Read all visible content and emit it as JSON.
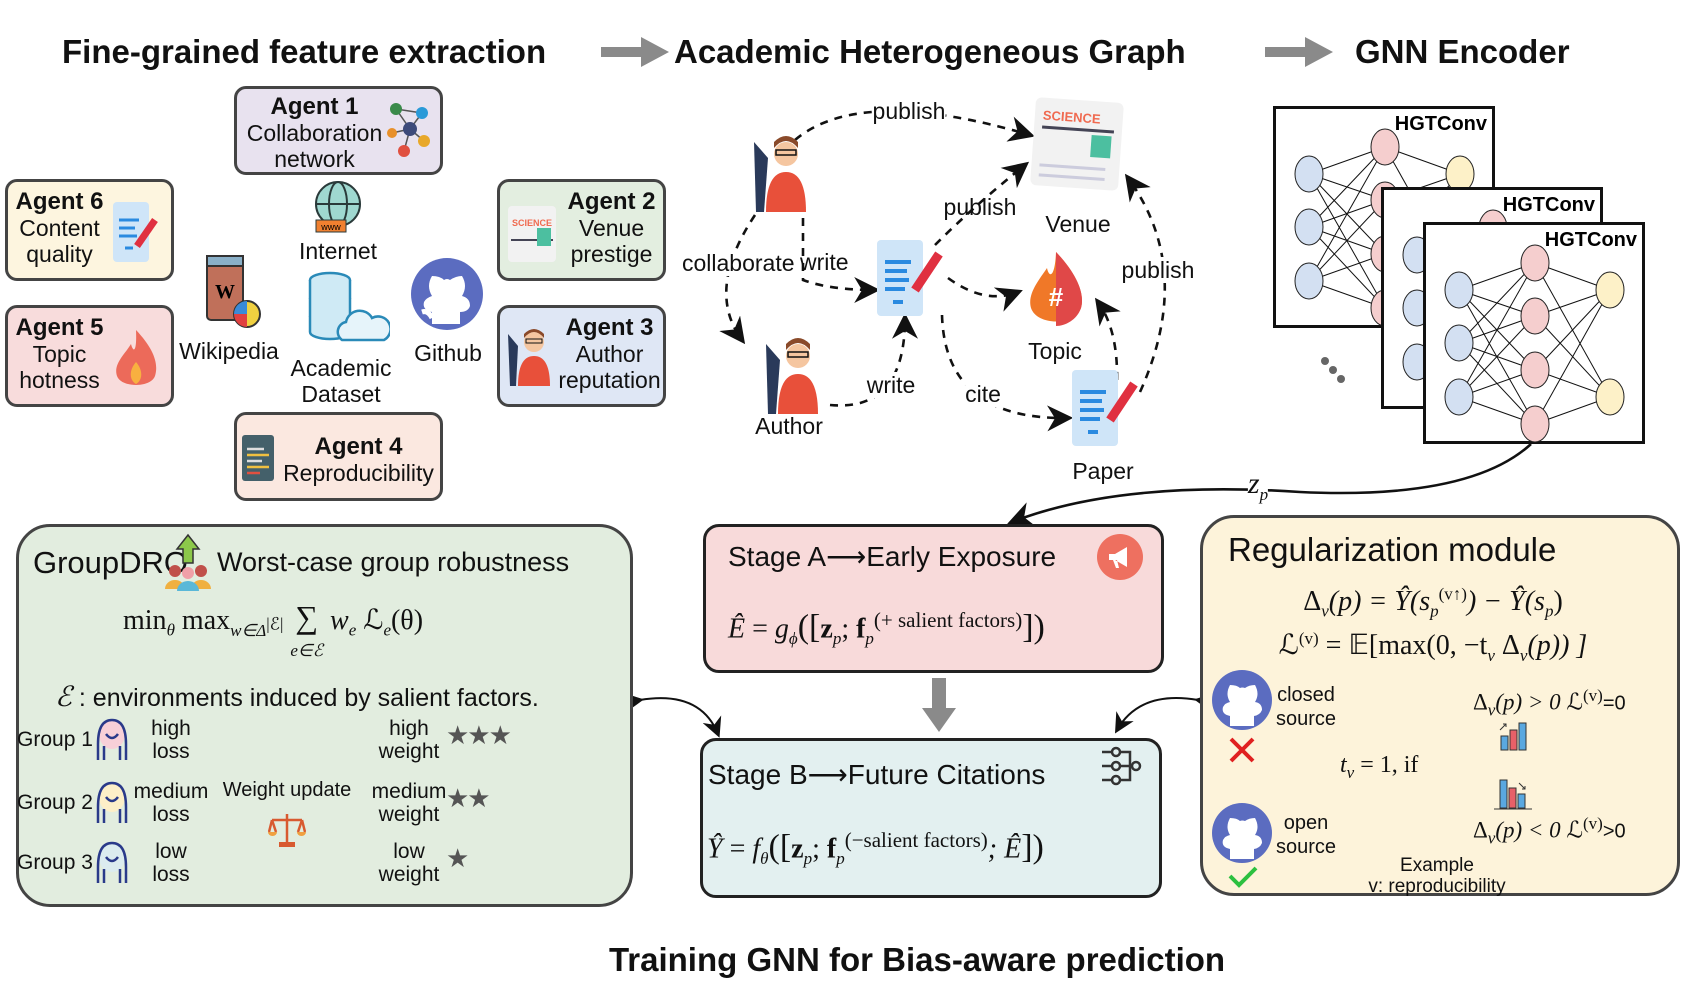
{
  "headers": {
    "extraction": "Fine-grained feature extraction",
    "graph": "Academic Heterogeneous Graph",
    "gnn": "GNN Encoder",
    "training": "Training GNN for Bias-aware prediction"
  },
  "agents": [
    {
      "name": "Agent 1",
      "desc1": "Collaboration",
      "desc2": "network",
      "color": "#e8e2ef"
    },
    {
      "name": "Agent 2",
      "desc1": "Venue",
      "desc2": "prestige",
      "color": "#e3eee0"
    },
    {
      "name": "Agent 3",
      "desc1": "Author",
      "desc2": "reputation",
      "color": "#dfe7f5"
    },
    {
      "name": "Agent 4",
      "desc1": "Reproducibility",
      "desc2": "",
      "color": "#fbe8e0"
    },
    {
      "name": "Agent 5",
      "desc1": "Topic",
      "desc2": "hotness",
      "color": "#f8dcdc"
    },
    {
      "name": "Agent 6",
      "desc1": "Content",
      "desc2": "quality",
      "color": "#fdf5df"
    }
  ],
  "sources": {
    "internet": "Internet",
    "wikipedia": "Wikipedia",
    "dataset1": "Academic",
    "dataset2": "Dataset",
    "github": "Github",
    "www": "www",
    "wiki_letter": "W",
    "science": "SCIENCE"
  },
  "graph": {
    "publish_top": "publish",
    "publish_mid": "publish",
    "publish_right": "publish",
    "collaborate": "collaborate",
    "write1": "write",
    "write2": "write",
    "cite": "cite",
    "venue": "Venue",
    "topic": "Topic",
    "author": "Author",
    "paper": "Paper"
  },
  "gnn": {
    "layer": "HGTConv",
    "zp": "z",
    "zp_sub": "p"
  },
  "groupdro": {
    "title": "GroupDRO",
    "subtitle": "Worst-case group robustness",
    "formula": {
      "min": "min",
      "theta": "θ",
      "max": " max",
      "sub": "w∈Δ",
      "sub_sup": "|ℰ|",
      "sum": "∑",
      "sum_sub": "e∈ℰ",
      "w": "w",
      "e": "e",
      "L": "ℒ",
      "args": "(θ)"
    },
    "env_symbol": "ℰ",
    "env_text": " : environments induced by salient factors.",
    "groups": [
      {
        "label": "Group 1",
        "loss1": "high",
        "loss2": "loss",
        "w1": "high",
        "w2": "weight",
        "stars": "★★★",
        "color": "#f8d0d8"
      },
      {
        "label": "Group 2",
        "loss1": "medium",
        "loss2": "loss",
        "w1": "medium",
        "w2": "weight",
        "stars": "★★",
        "color": "#fdefc8"
      },
      {
        "label": "Group 3",
        "loss1": "low",
        "loss2": "loss",
        "w1": "low",
        "w2": "weight",
        "stars": "★",
        "color": "#dcecef"
      }
    ],
    "weight_update": "Weight update"
  },
  "stage_a": {
    "label": "Stage A",
    "arrow": "⟶",
    "target": "Early Exposure",
    "f": {
      "lhs": "Ê",
      "eq": " = ",
      "g": "g",
      "g_sub": "ϕ",
      "open": "([",
      "z": "z",
      "p": "p",
      "semi": "; ",
      "fb": "f",
      "sup": "(+ salient factors)",
      "close": "])"
    }
  },
  "stage_b": {
    "label": "Stage B",
    "arrow": "⟶",
    "target": "Future Citations",
    "f": {
      "lhs": "Ŷ",
      "eq": " = ",
      "g": "f",
      "g_sub": "θ",
      "open": "([",
      "z": "z",
      "p": "p",
      "semi": "; ",
      "fb": "f",
      "sup": "(−salient factors)",
      "tail": "; Ê",
      "close": "])"
    }
  },
  "reg": {
    "title": "Regularization module",
    "f1": {
      "a": "Δ",
      "v": "v",
      "b": "(p) = Ŷ(s",
      "p": "p",
      "sup": "(v↑)",
      "c": ") − Ŷ(s",
      "d": ")"
    },
    "f2": {
      "L": "ℒ",
      "sup": "(v)",
      "rest": " = 𝔼[max(0, −t",
      "v": "v",
      "rest2": " Δ",
      "rest3": "(p)) ]"
    },
    "closed": [
      "closed",
      "source"
    ],
    "open": [
      "open",
      "source"
    ],
    "tv": "t",
    "tv_sub": "v",
    "tv_rest": " = 1, if",
    "cond_pos": {
      "d": "Δ",
      "v": "v",
      "rest": "(p) > 0",
      "L": "ℒ",
      "sup": "(v)",
      "res": "=0"
    },
    "cond_neg": {
      "d": "Δ",
      "v": "v",
      "rest": "(p) < 0",
      "L": "ℒ",
      "sup": "(v)",
      "res": ">0"
    },
    "example": "Example",
    "example_v": "v: reproducibility"
  },
  "colors": {
    "groupdro": "#e2eddf",
    "stage_a": "#f8dada",
    "stage_b": "#e3f0f0",
    "reg": "#fdf3da",
    "node_blue": "#d3e0f2",
    "node_pink": "#f5cece",
    "node_yellow": "#fdf1c8",
    "github": "#5b6cc0",
    "arrow_gray": "#8a8a8a"
  }
}
